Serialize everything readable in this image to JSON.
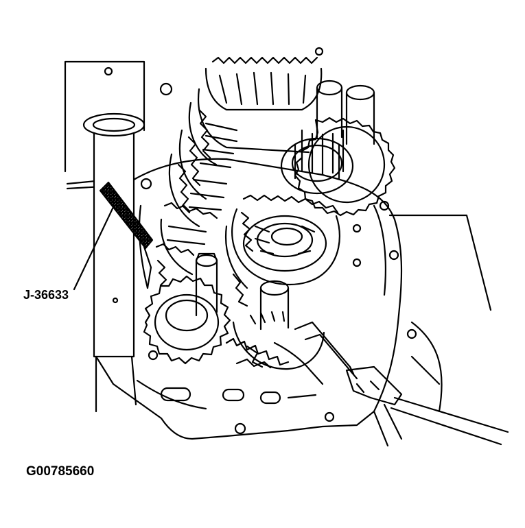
{
  "labels": {
    "tool_callout": "J-36633",
    "figure_code": "G00785660"
  },
  "colors": {
    "line": "#000000",
    "background": "#ffffff"
  },
  "icons": {
    "illustration": "transaxle-gear-cluster-drawing",
    "tool": "j-36633-tool-graphic"
  }
}
